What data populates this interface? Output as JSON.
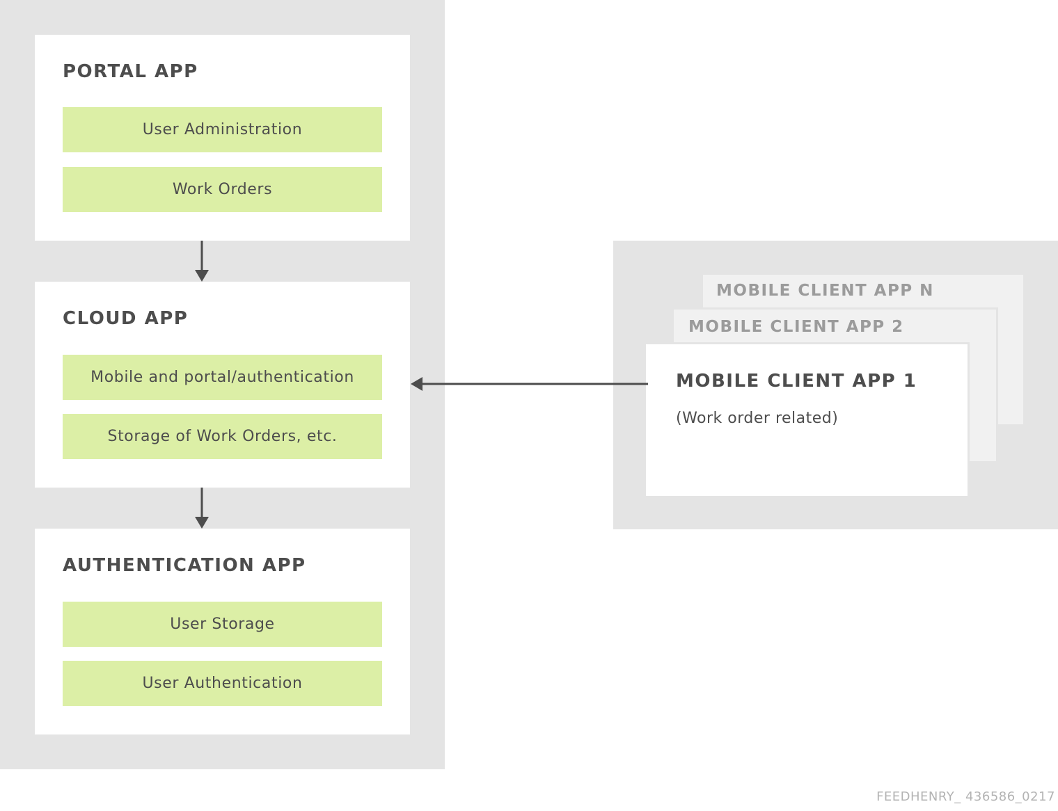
{
  "portal_app": {
    "title": "PORTAL APP",
    "items": [
      "User Administration",
      "Work Orders"
    ]
  },
  "cloud_app": {
    "title": "CLOUD APP",
    "items": [
      "Mobile and portal/authentication",
      "Storage of Work Orders, etc."
    ]
  },
  "authentication_app": {
    "title": "AUTHENTICATION APP",
    "items": [
      "User Storage",
      "User Authentication"
    ]
  },
  "mobile_clients": {
    "app_n": {
      "title": "MOBILE CLIENT APP N"
    },
    "app_2": {
      "title": "MOBILE CLIENT APP 2"
    },
    "app_1": {
      "title": "MOBILE CLIENT APP 1",
      "subtitle": "(Work order related)"
    }
  },
  "figure_code": "FEEDHENRY_ 436586_0217",
  "colors": {
    "panel_background": "#e4e4e4",
    "item_green": "#dcefa6",
    "arrow": "#4d4d4d",
    "text_dark": "#4d4d4d",
    "text_muted": "#9b9b9b"
  }
}
